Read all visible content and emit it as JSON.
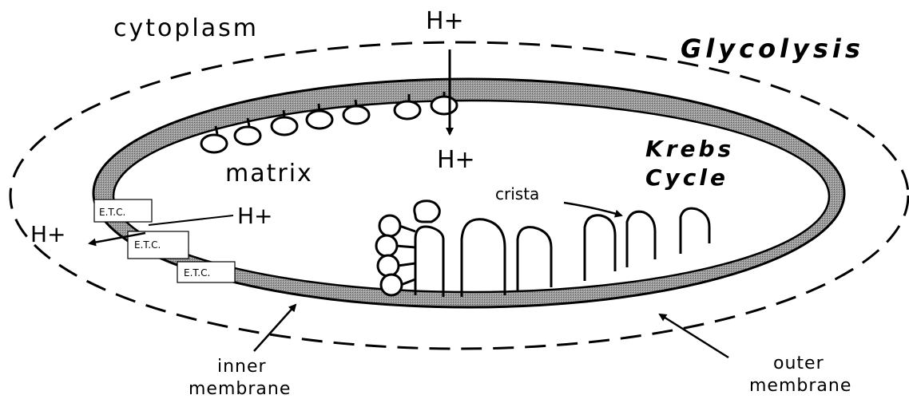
{
  "labels": {
    "cytoplasm": "cytoplasm",
    "h_top": "H+",
    "h_matrix": "H+",
    "h_right_etc": "H+",
    "h_left": "H+",
    "glycolysis": "Glycolysis",
    "krebs_line1": "Krebs",
    "krebs_line2": "Cycle",
    "matrix": "matrix",
    "crista": "crista",
    "inner_line1": "inner",
    "inner_line2": "membrane",
    "outer_line1": "outer",
    "outer_line2": "membrane"
  },
  "etc": {
    "box1": "E.T.C.",
    "box2": "E.T.C.",
    "box3": "E.T.C."
  },
  "colors": {
    "ink": "#000000",
    "membrane_fill": "#8a8a8a",
    "background": "#ffffff"
  }
}
